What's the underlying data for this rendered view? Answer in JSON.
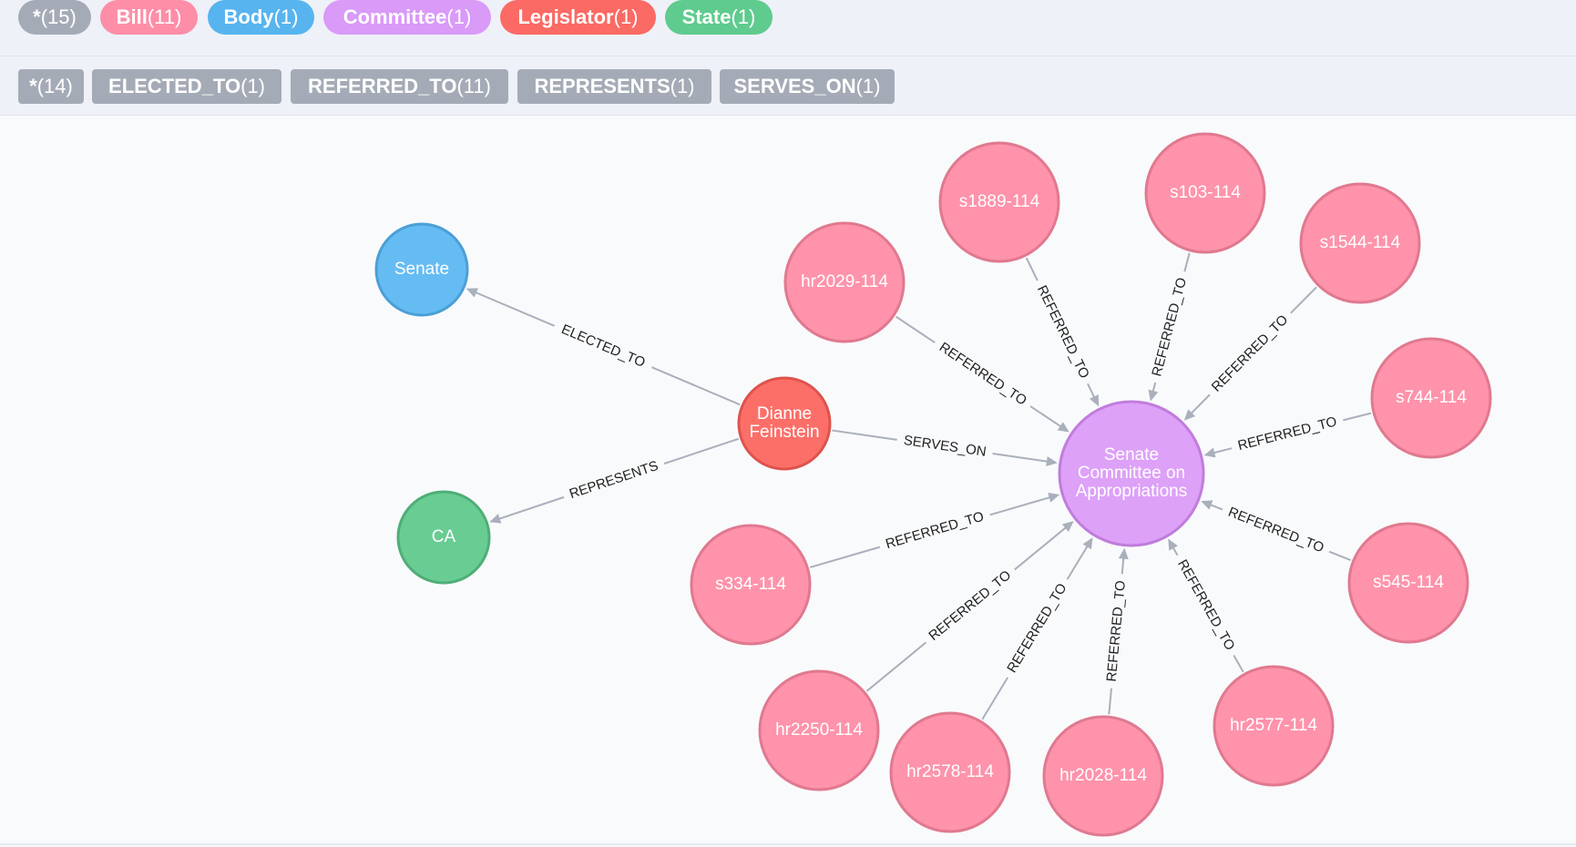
{
  "node_labels": [
    {
      "name": "*",
      "count": "(15)",
      "color": "#a5abb6"
    },
    {
      "name": "Bill",
      "count": "(11)",
      "color": "#fe8ea8"
    },
    {
      "name": "Body",
      "count": "(1)",
      "color": "#57b4ef"
    },
    {
      "name": "Committee",
      "count": "(1)",
      "color": "#d99af8"
    },
    {
      "name": "Legislator",
      "count": "(1)",
      "color": "#fb6a64"
    },
    {
      "name": "State",
      "count": "(1)",
      "color": "#5fcb8e"
    }
  ],
  "relationship_types": [
    {
      "name": "*",
      "count": "(14)"
    },
    {
      "name": "ELECTED_TO",
      "count": "(1)"
    },
    {
      "name": "REFERRED_TO",
      "count": "(11)"
    },
    {
      "name": "REPRESENTS",
      "count": "(1)"
    },
    {
      "name": "SERVES_ON",
      "count": "(1)"
    }
  ],
  "graph": {
    "colors": {
      "Bill": {
        "fill": "#fe93ab",
        "stroke": "#e0798f"
      },
      "Body": {
        "fill": "#65bcf3",
        "stroke": "#4b9fd6"
      },
      "Committee": {
        "fill": "#dda1f8",
        "stroke": "#c07ddc"
      },
      "Legislator": {
        "fill": "#fc6f69",
        "stroke": "#de534d"
      },
      "State": {
        "fill": "#69cc93",
        "stroke": "#4fae77"
      },
      "edge": "#a9b0bb"
    },
    "nodes": [
      {
        "id": "senate",
        "type": "Body",
        "lines": [
          "Senate"
        ]
      },
      {
        "id": "ca",
        "type": "State",
        "lines": [
          "CA"
        ]
      },
      {
        "id": "feinstein",
        "type": "Legislator",
        "lines": [
          "Dianne",
          "Feinstein"
        ]
      },
      {
        "id": "committee",
        "type": "Committee",
        "lines": [
          "Senate",
          "Committee on",
          "Appropriations"
        ]
      },
      {
        "id": "hr2029",
        "type": "Bill",
        "lines": [
          "hr2029-114"
        ]
      },
      {
        "id": "s1889",
        "type": "Bill",
        "lines": [
          "s1889-114"
        ]
      },
      {
        "id": "s103",
        "type": "Bill",
        "lines": [
          "s103-114"
        ]
      },
      {
        "id": "s1544",
        "type": "Bill",
        "lines": [
          "s1544-114"
        ]
      },
      {
        "id": "s744",
        "type": "Bill",
        "lines": [
          "s744-114"
        ]
      },
      {
        "id": "s545",
        "type": "Bill",
        "lines": [
          "s545-114"
        ]
      },
      {
        "id": "hr2577",
        "type": "Bill",
        "lines": [
          "hr2577-114"
        ]
      },
      {
        "id": "hr2028",
        "type": "Bill",
        "lines": [
          "hr2028-114"
        ]
      },
      {
        "id": "hr2578",
        "type": "Bill",
        "lines": [
          "hr2578-114"
        ]
      },
      {
        "id": "hr2250",
        "type": "Bill",
        "lines": [
          "hr2250-114"
        ]
      },
      {
        "id": "s334",
        "type": "Bill",
        "lines": [
          "s334-114"
        ]
      }
    ],
    "edges": [
      {
        "from": "feinstein",
        "to": "senate",
        "type": "ELECTED_TO"
      },
      {
        "from": "feinstein",
        "to": "ca",
        "type": "REPRESENTS"
      },
      {
        "from": "feinstein",
        "to": "committee",
        "type": "SERVES_ON"
      },
      {
        "from": "hr2029",
        "to": "committee",
        "type": "REFERRED_TO"
      },
      {
        "from": "s1889",
        "to": "committee",
        "type": "REFERRED_TO"
      },
      {
        "from": "s103",
        "to": "committee",
        "type": "REFERRED_TO"
      },
      {
        "from": "s1544",
        "to": "committee",
        "type": "REFERRED_TO"
      },
      {
        "from": "s744",
        "to": "committee",
        "type": "REFERRED_TO"
      },
      {
        "from": "s545",
        "to": "committee",
        "type": "REFERRED_TO"
      },
      {
        "from": "hr2577",
        "to": "committee",
        "type": "REFERRED_TO"
      },
      {
        "from": "hr2028",
        "to": "committee",
        "type": "REFERRED_TO"
      },
      {
        "from": "hr2578",
        "to": "committee",
        "type": "REFERRED_TO"
      },
      {
        "from": "hr2250",
        "to": "committee",
        "type": "REFERRED_TO"
      },
      {
        "from": "s334",
        "to": "committee",
        "type": "REFERRED_TO"
      }
    ]
  }
}
